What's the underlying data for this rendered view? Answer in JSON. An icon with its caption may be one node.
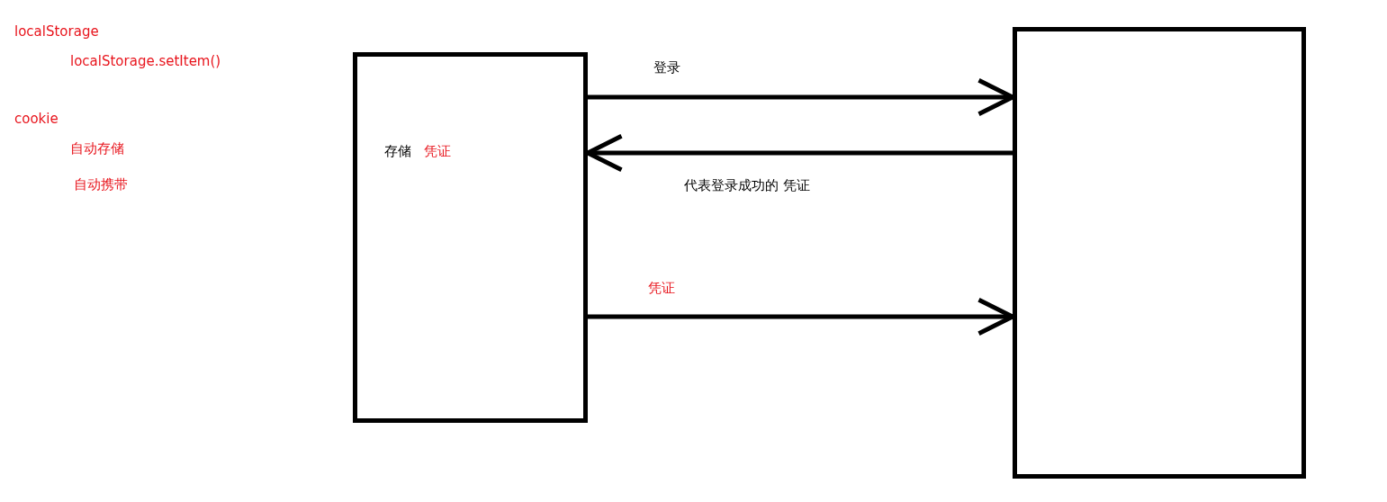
{
  "diagram": {
    "nodes": [
      {
        "text": [
          "存储",
          "凭证"
        ]
      },
      {
        "text": [],
        "shape": "box"
      }
    ],
    "edges": [
      {
        "from": 0,
        "to": 1,
        "arrow": "to",
        "label": "登录"
      },
      {
        "from": 1,
        "to": 0,
        "arrow": "to",
        "label": "代表登录成功的 凭证"
      },
      {
        "from": 0,
        "to": 1,
        "arrow": "to",
        "label": "凭证"
      }
    ],
    "labels": [
      "localStorage",
      "localStorage.setItem()",
      "cookie",
      "自动存储",
      "自动携带"
    ]
  }
}
